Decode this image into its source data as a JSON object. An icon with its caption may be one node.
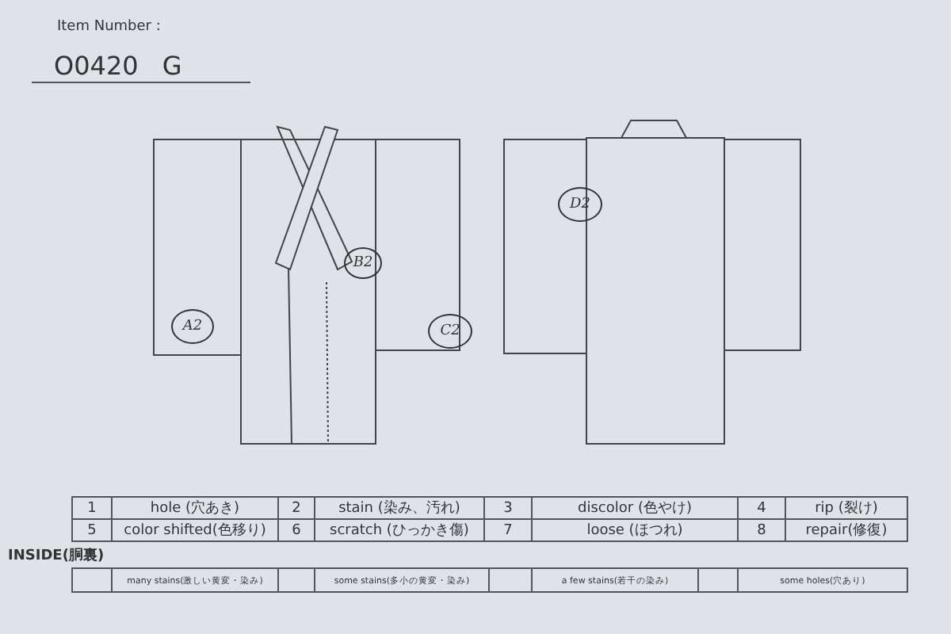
{
  "diagram": {
    "labels": [
      "Item Number :",
      "O0420 G",
      "D2",
      "B2",
      "A2",
      "C2",
      "1",
      "hole (穴あき)",
      "2",
      "stain (染み、汚れ)",
      "3",
      "discolor (色やけ)",
      "4",
      "rip (裂け)",
      "5",
      "color shifted(色移り)",
      "6",
      "scratch (ひっかき傷)",
      "7",
      "loose (ほつれ)",
      "8",
      "repair(修復)",
      "INSIDE(胴裏)",
      "many stains(激しい黄変・染み)",
      "some stains(多小の黄変・染み)",
      "a few stains(若干の染み)",
      "some holes(穴あり)"
    ]
  }
}
